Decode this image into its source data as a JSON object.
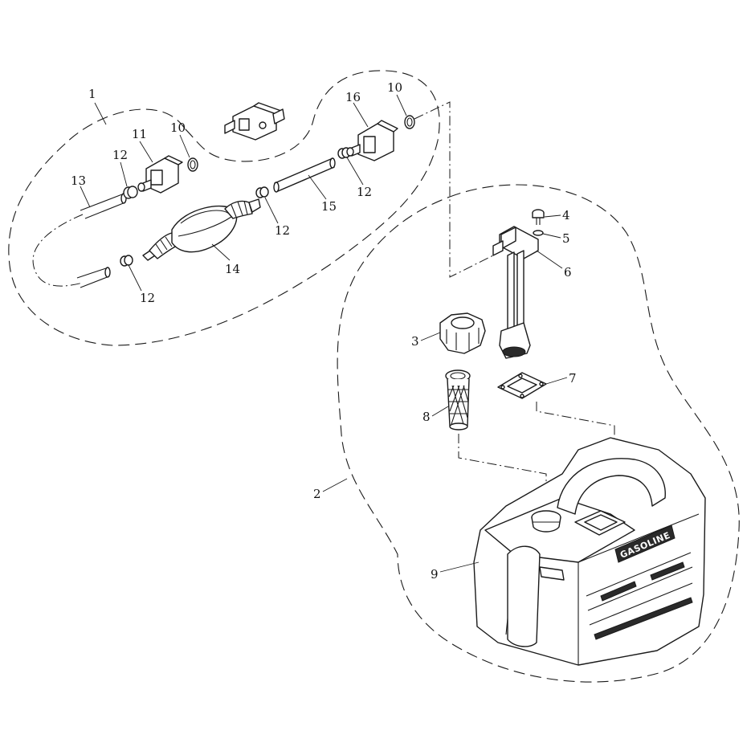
{
  "callouts": [
    {
      "id": "c1",
      "text": "1"
    },
    {
      "id": "c2",
      "text": "2"
    },
    {
      "id": "c3",
      "text": "3"
    },
    {
      "id": "c4",
      "text": "4"
    },
    {
      "id": "c5",
      "text": "5"
    },
    {
      "id": "c6",
      "text": "6"
    },
    {
      "id": "c7",
      "text": "7"
    },
    {
      "id": "c8",
      "text": "8"
    },
    {
      "id": "c9",
      "text": "9"
    },
    {
      "id": "c10a",
      "text": "10"
    },
    {
      "id": "c10b",
      "text": "10"
    },
    {
      "id": "c11",
      "text": "11"
    },
    {
      "id": "c12a",
      "text": "12"
    },
    {
      "id": "c12b",
      "text": "12"
    },
    {
      "id": "c12c",
      "text": "12"
    },
    {
      "id": "c12d",
      "text": "12"
    },
    {
      "id": "c13",
      "text": "13"
    },
    {
      "id": "c14",
      "text": "14"
    },
    {
      "id": "c15",
      "text": "15"
    },
    {
      "id": "c16",
      "text": "16"
    }
  ],
  "tank_label": "GASOLINE"
}
